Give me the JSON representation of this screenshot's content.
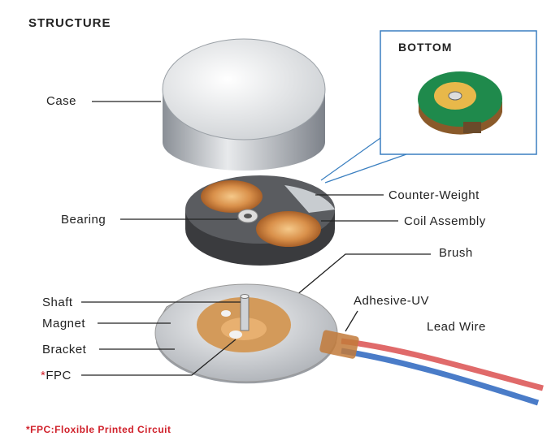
{
  "title": "STRUCTURE",
  "inset_title": "BOTTOM",
  "labels": {
    "case": "Case",
    "bearing": "Bearing",
    "counter_weight": "Counter-Weight",
    "coil_assembly": "Coil Assembly",
    "brush": "Brush",
    "shaft": "Shaft",
    "magnet": "Magnet",
    "bracket": "Bracket",
    "fpc_star": "*",
    "fpc": "FPC",
    "adhesive_uv": "Adhesive-UV",
    "lead_wire": "Lead Wire"
  },
  "footnote": "*FPC:Floxible Printed Circuit",
  "colors": {
    "accent_red": "#d0202a",
    "inset_border": "#3a7fc0",
    "pcb_green": "#1f8a4c",
    "coil": "#d9904a"
  }
}
